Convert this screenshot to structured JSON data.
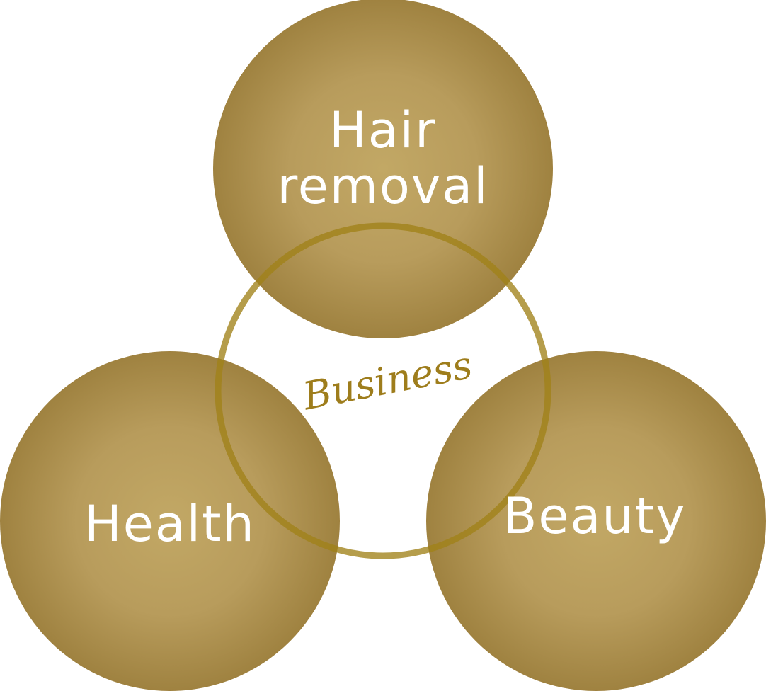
{
  "colors": {
    "circle_light": "#c2a865",
    "circle_dark": "#9f8240",
    "ring_stroke": "#a08218",
    "label_text": "#ffffff",
    "center_text": "#9e7d1c",
    "background": "#ffffff"
  },
  "diagram": {
    "center_label": "Business",
    "circles": [
      {
        "id": "hair-removal",
        "lines": [
          "Hair",
          "removal"
        ]
      },
      {
        "id": "health",
        "lines": [
          "Health"
        ]
      },
      {
        "id": "beauty",
        "lines": [
          "Beauty"
        ]
      }
    ]
  }
}
